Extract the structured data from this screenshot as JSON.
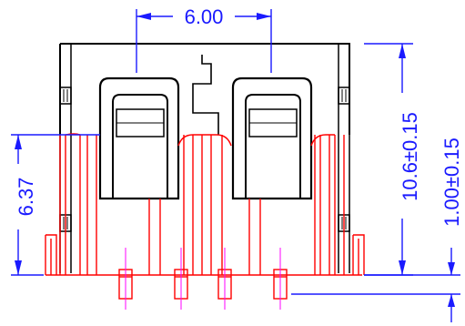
{
  "drawing": {
    "colors": {
      "outline": "#000000",
      "pins": "#ff0000",
      "dimension": "#1a1aff",
      "centerline": "#ff00ff"
    },
    "dimensions": {
      "top_width": "6.00",
      "left_height": "6.37",
      "right_height": "10.6±0.15",
      "far_right_height": "1.00±0.15"
    }
  }
}
